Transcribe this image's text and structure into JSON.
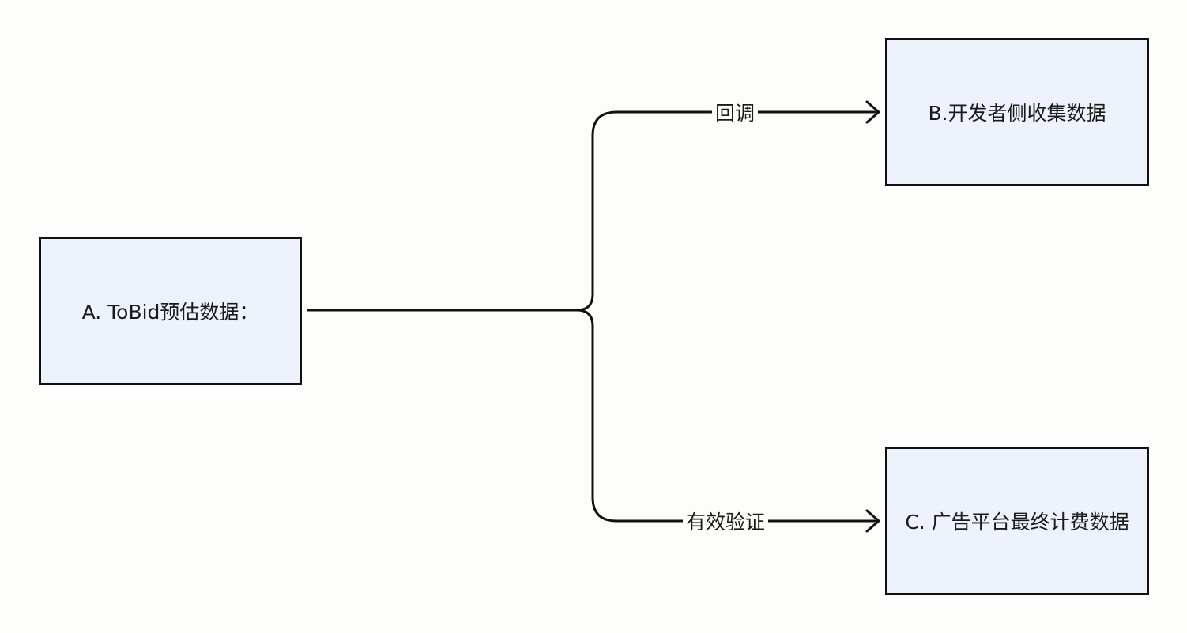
{
  "diagram": {
    "nodes": {
      "a": {
        "label": "A. ToBid预估数据："
      },
      "b": {
        "label": "B.开发者侧收集数据"
      },
      "c": {
        "label": "C. 广告平台最终计费数据"
      }
    },
    "edges": {
      "callback": {
        "label": "回调",
        "from": "a",
        "to": "b"
      },
      "verify": {
        "label": "有效验证",
        "from": "a",
        "to": "c"
      }
    },
    "colors": {
      "background": "#fdfdfb",
      "node_fill": "#eef2fc",
      "stroke": "#111111"
    }
  }
}
